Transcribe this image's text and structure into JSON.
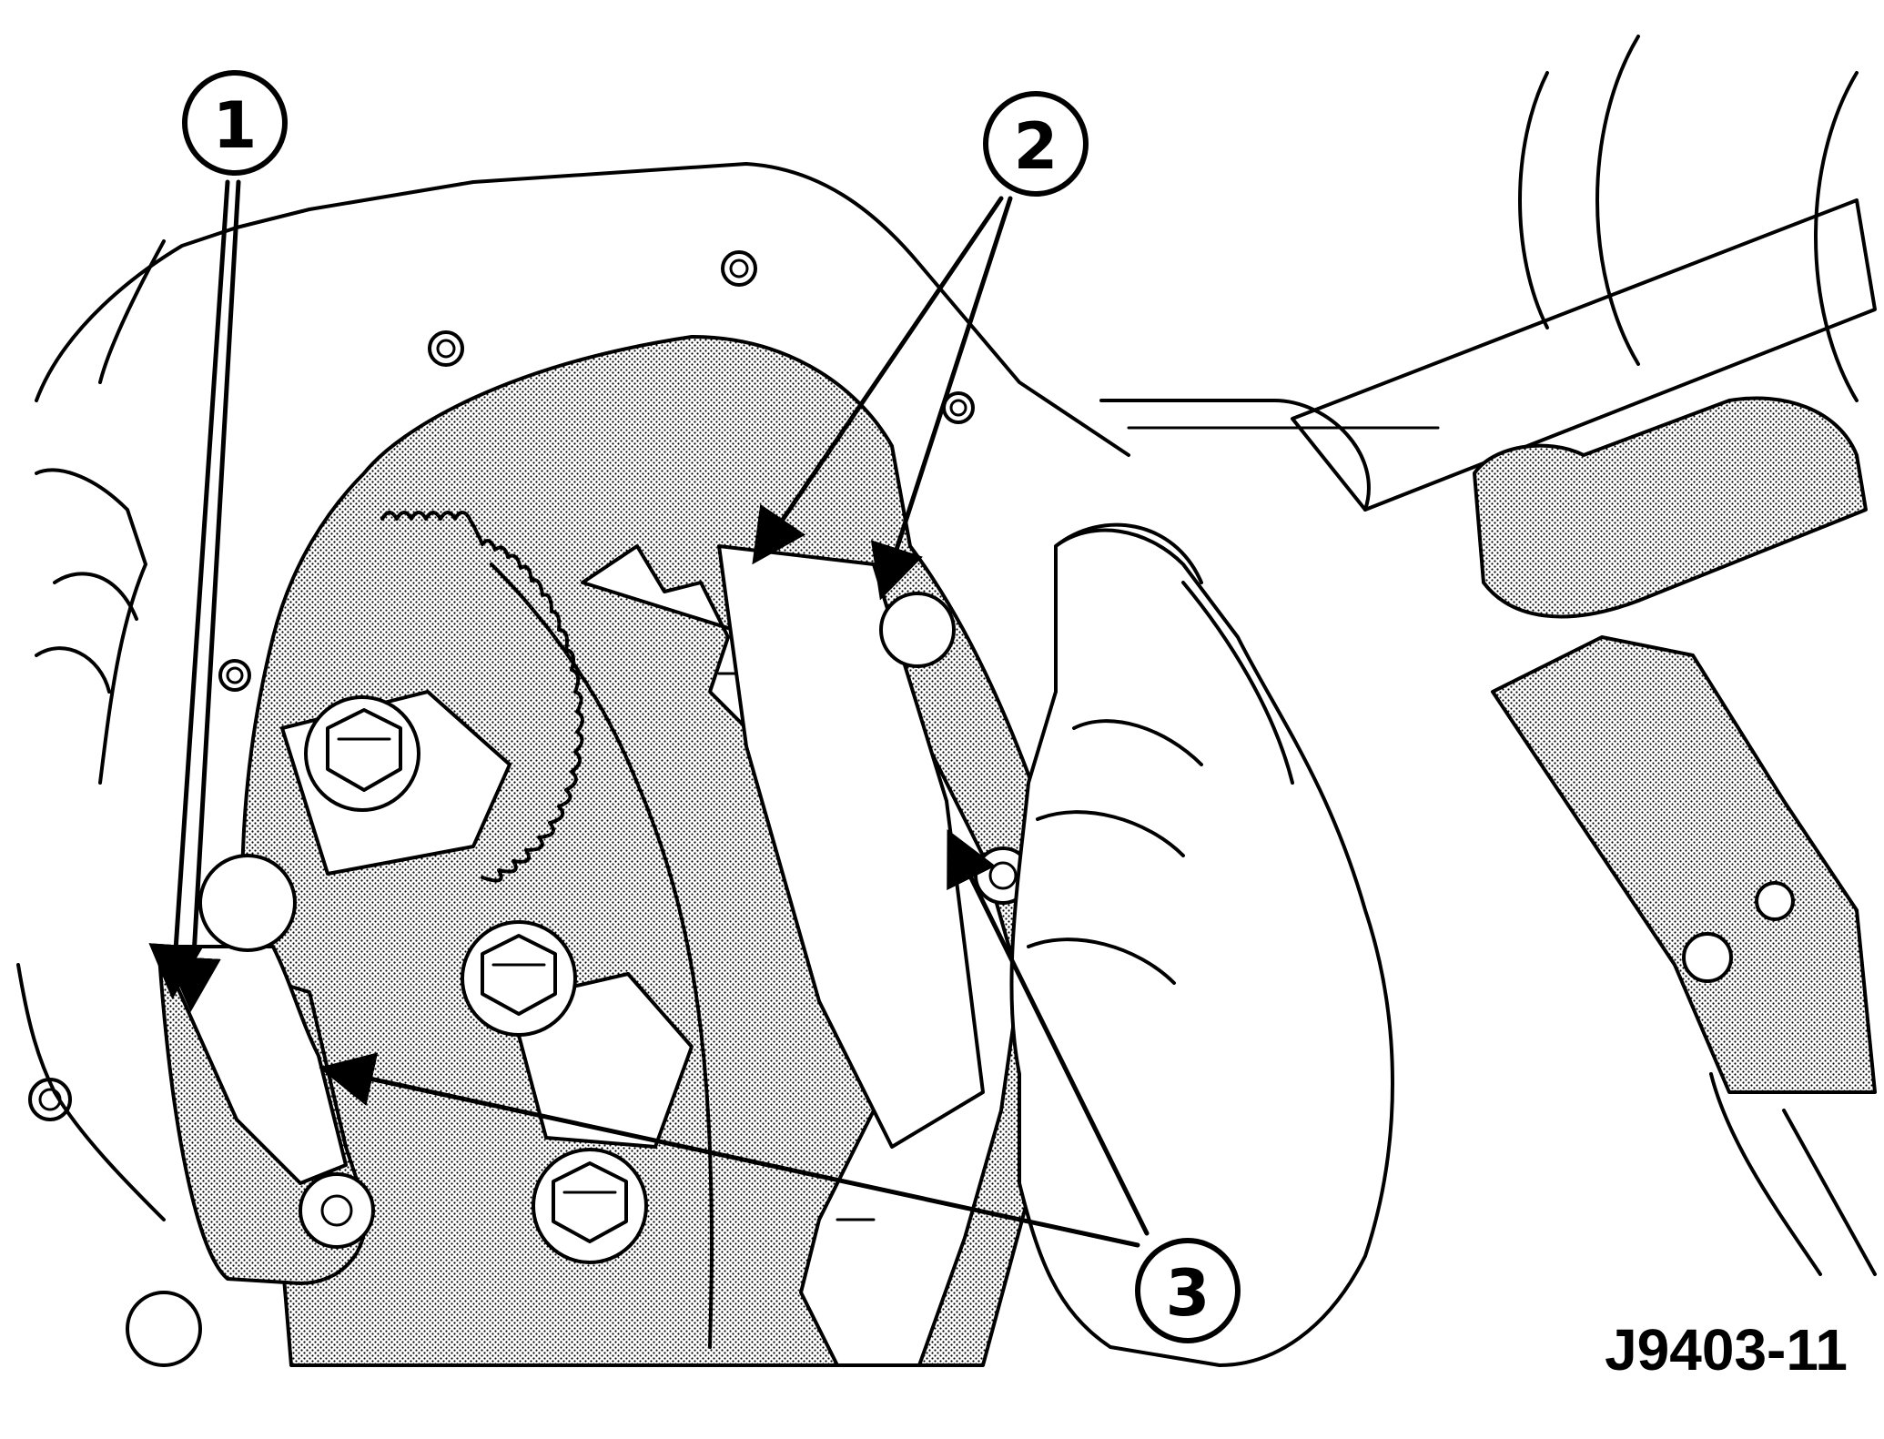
{
  "figure": {
    "figure_id": "J9403-11"
  },
  "callouts": [
    {
      "id": "1",
      "label": "1"
    },
    {
      "id": "2",
      "label": "2"
    },
    {
      "id": "3",
      "label": "3"
    }
  ],
  "icons": [
    "arrow-leader"
  ]
}
